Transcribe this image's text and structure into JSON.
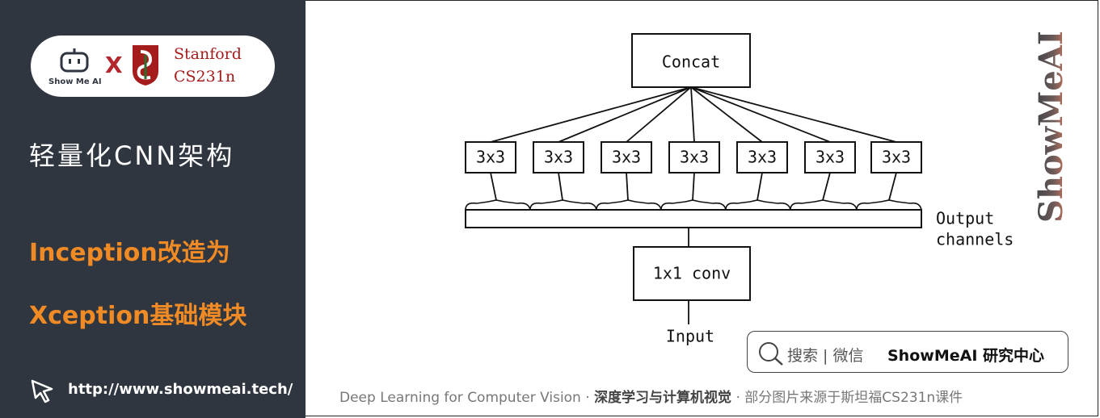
{
  "sidebar": {
    "logo": {
      "brand_small": "Show Me AI",
      "x_mark": "X",
      "partner_line1": "Stanford",
      "partner_line2": "CS231n"
    },
    "title": "轻量化CNN架构",
    "subtitle_line1": "Inception改造为",
    "subtitle_line2": "Xception基础模块",
    "url": "http://www.showmeai.tech/"
  },
  "diagram": {
    "top_box": "Concat",
    "conv_boxes": [
      "3x3",
      "3x3",
      "3x3",
      "3x3",
      "3x3",
      "3x3",
      "3x3"
    ],
    "channels_label_line1": "Output",
    "channels_label_line2": "channels",
    "pointwise_box": "1x1 conv",
    "input_label": "Input"
  },
  "watermark": "ShowMeAI",
  "search": {
    "label": "搜索 | 微信",
    "brand": "ShowMeAI 研究中心"
  },
  "footer": {
    "left": "Deep Learning for Computer Vision",
    "middle": "深度学习与计算机视觉",
    "right": "部分图片来源于斯坦福CS231n课件",
    "separator": "·"
  },
  "colors": {
    "sidebar_bg": "#2f3640",
    "accent_orange": "#f08a24",
    "stanford_red": "#a51c1c",
    "watermark_gradient_top": "#3a3f47",
    "watermark_gradient_bottom": "#e07a5f"
  }
}
